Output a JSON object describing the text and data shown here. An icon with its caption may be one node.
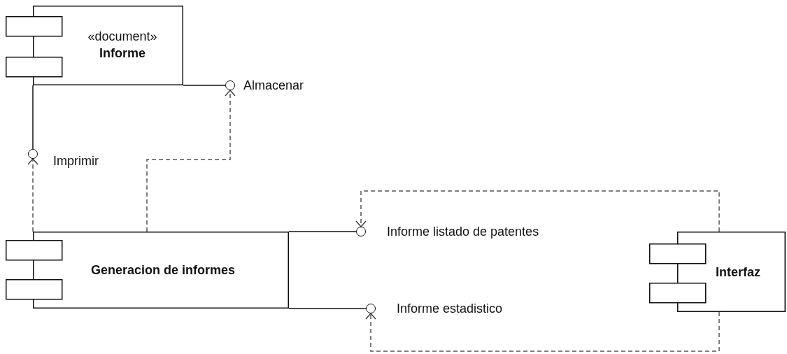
{
  "diagram": {
    "nodes": [
      {
        "text": [
          "«document»",
          "Informe"
        ]
      },
      {
        "text": [
          "Generacion de informes"
        ]
      },
      {
        "text": [
          "Interfaz"
        ]
      },
      {
        "text": [],
        "shape": "circle",
        "beside": [
          "Almacenar"
        ]
      },
      {
        "text": [],
        "shape": "circle",
        "beside": [
          "Imprimir"
        ]
      },
      {
        "text": [],
        "shape": "circle",
        "beside": [
          "Informe listado de patentes"
        ]
      },
      {
        "text": [],
        "shape": "circle",
        "beside": [
          "Informe estadistico"
        ]
      }
    ],
    "edges": [
      {
        "from": 0,
        "to": 3,
        "arrow": "none"
      },
      {
        "from": 0,
        "to": 4,
        "arrow": "none"
      },
      {
        "from": 1,
        "to": 4,
        "arrow": "to",
        "style": "dashed"
      },
      {
        "from": 1,
        "to": 3,
        "arrow": "to",
        "style": "dashed"
      },
      {
        "from": 1,
        "to": 5,
        "arrow": "none"
      },
      {
        "from": 1,
        "to": 6,
        "arrow": "none"
      },
      {
        "from": 2,
        "to": 5,
        "arrow": "to",
        "style": "dashed"
      },
      {
        "from": 2,
        "to": 6,
        "arrow": "to",
        "style": "dashed"
      }
    ]
  }
}
